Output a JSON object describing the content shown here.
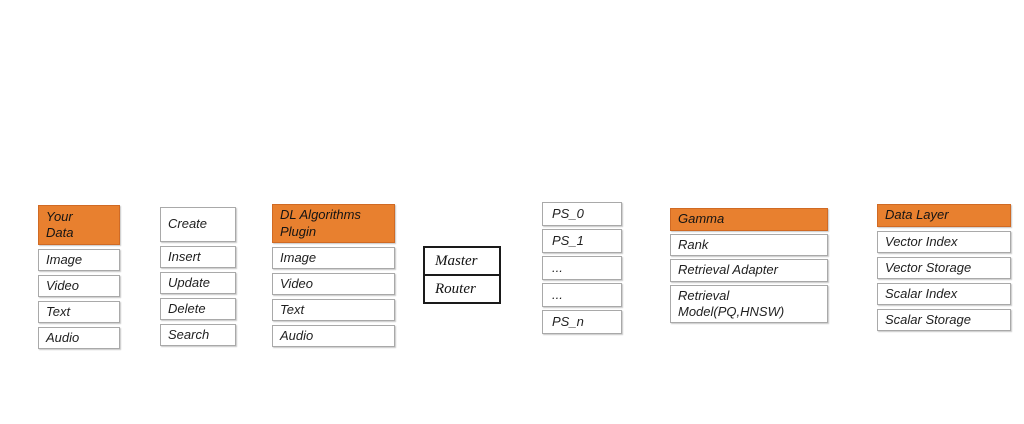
{
  "colors": {
    "header_bg": "#e8802f",
    "header_border": "#d06a24",
    "cell_border": "#a9a9a9",
    "master_border": "#1a1a1a",
    "text": "#1f1f1f"
  },
  "your_data": {
    "header": "Your Data",
    "items": [
      "Image",
      "Video",
      "Text",
      "Audio"
    ]
  },
  "operations": {
    "items": [
      "Create",
      "Insert",
      "Update",
      "Delete",
      "Search"
    ]
  },
  "dl_plugin": {
    "header": "DL Algorithms Plugin",
    "items": [
      "Image",
      "Video",
      "Text",
      "Audio"
    ]
  },
  "master_router": {
    "items": [
      "Master",
      "Router"
    ]
  },
  "partition_servers": {
    "items": [
      "PS_0",
      "PS_1",
      "...",
      "...",
      "PS_n"
    ]
  },
  "gamma": {
    "header": "Gamma",
    "items": [
      "Rank",
      "Retrieval Adapter",
      "Retrieval Model(PQ,HNSW)"
    ]
  },
  "data_layer": {
    "header": "Data Layer",
    "items": [
      "Vector Index",
      "Vector Storage",
      "Scalar Index",
      "Scalar Storage"
    ]
  }
}
